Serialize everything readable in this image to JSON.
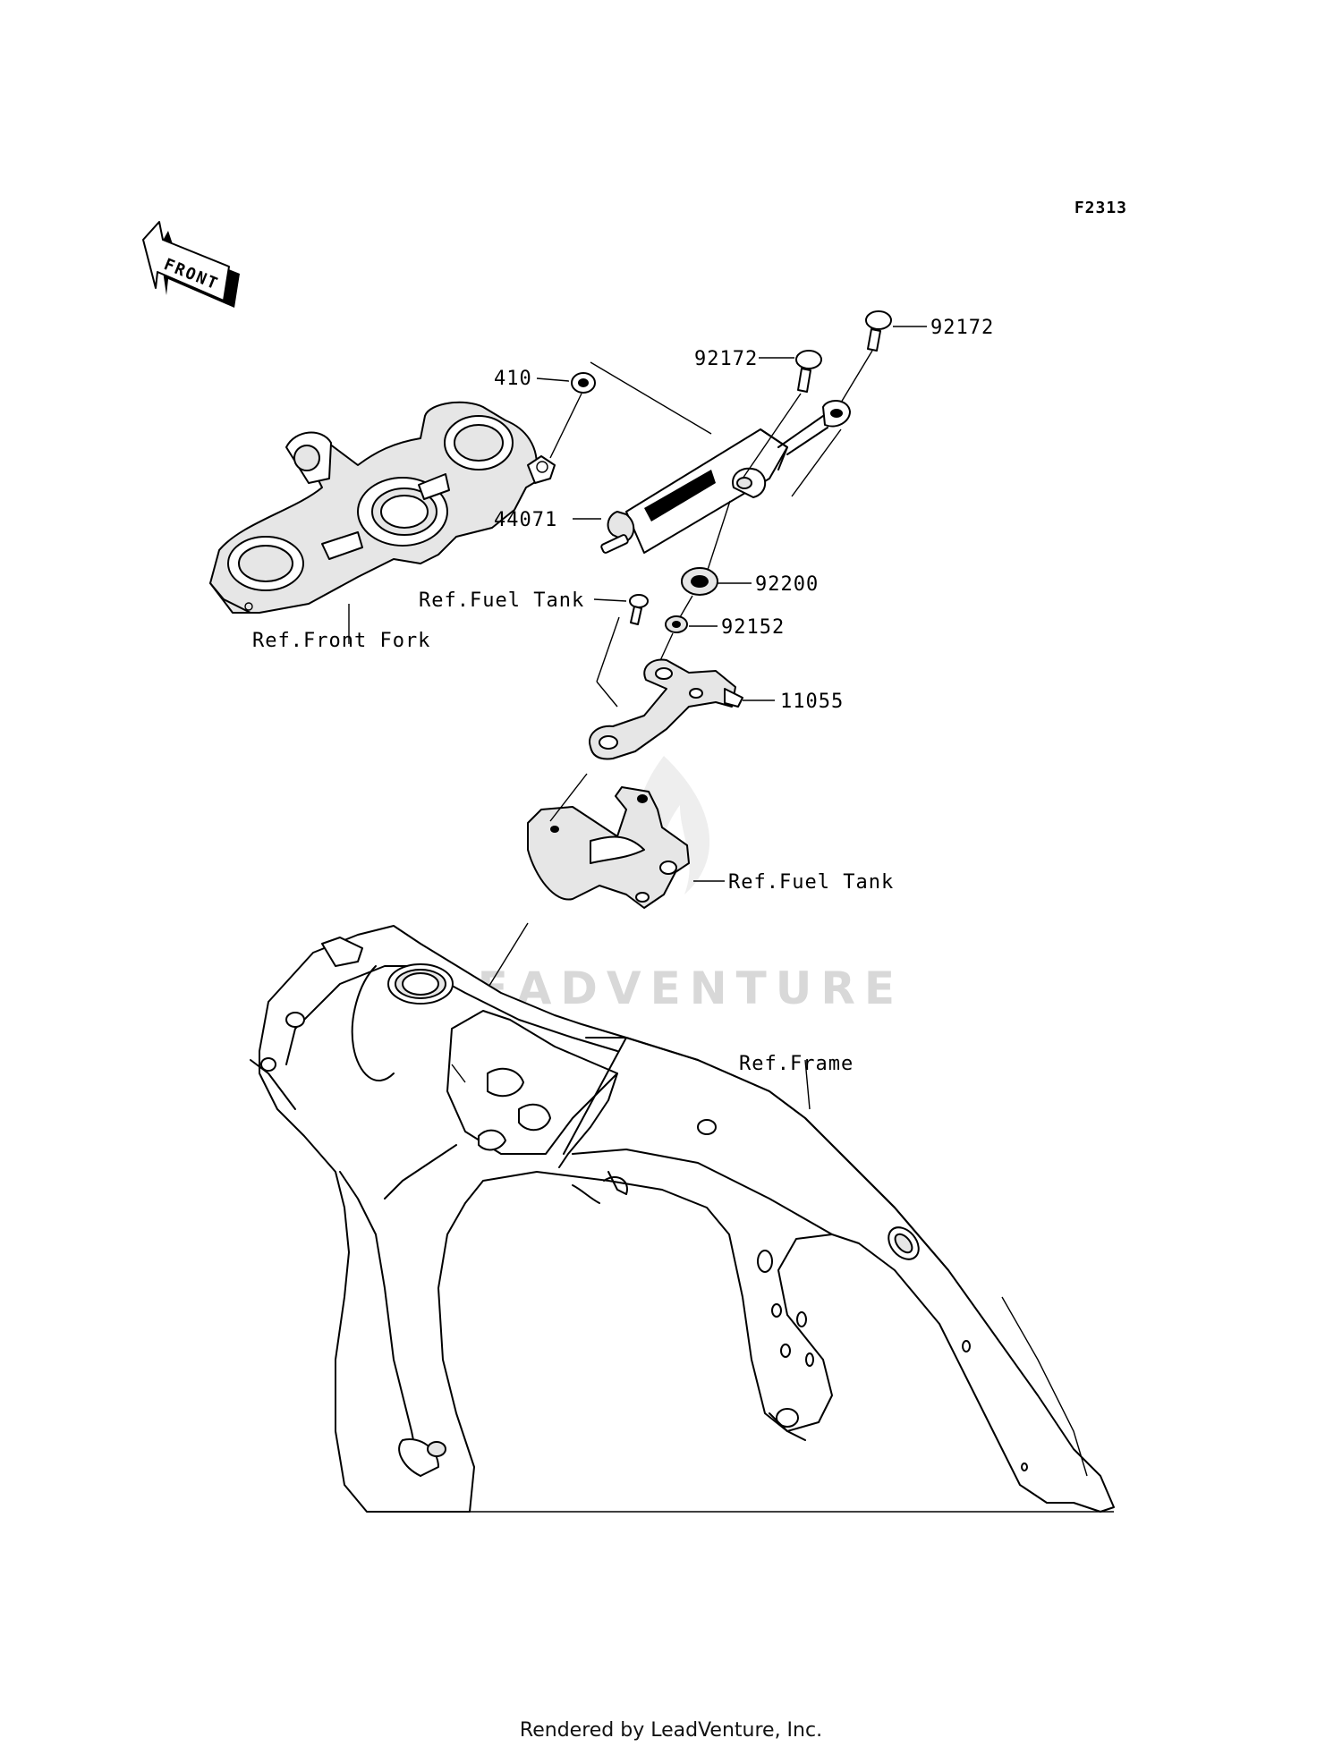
{
  "diagram": {
    "figure_id": "F2313",
    "front_indicator": "FRONT",
    "watermark": "LEADVENTURE",
    "footer": "Rendered by LeadVenture, Inc.",
    "callouts": {
      "p410": "410",
      "p92172_a": "92172",
      "p92172_b": "92172",
      "p44071": "44071",
      "p92200": "92200",
      "p92152": "92152",
      "p11055": "11055"
    },
    "references": {
      "fuel_tank_1": "Ref.Fuel Tank",
      "fuel_tank_2": "Ref.Fuel Tank",
      "front_fork": "Ref.Front Fork",
      "frame": "Ref.Frame"
    }
  }
}
